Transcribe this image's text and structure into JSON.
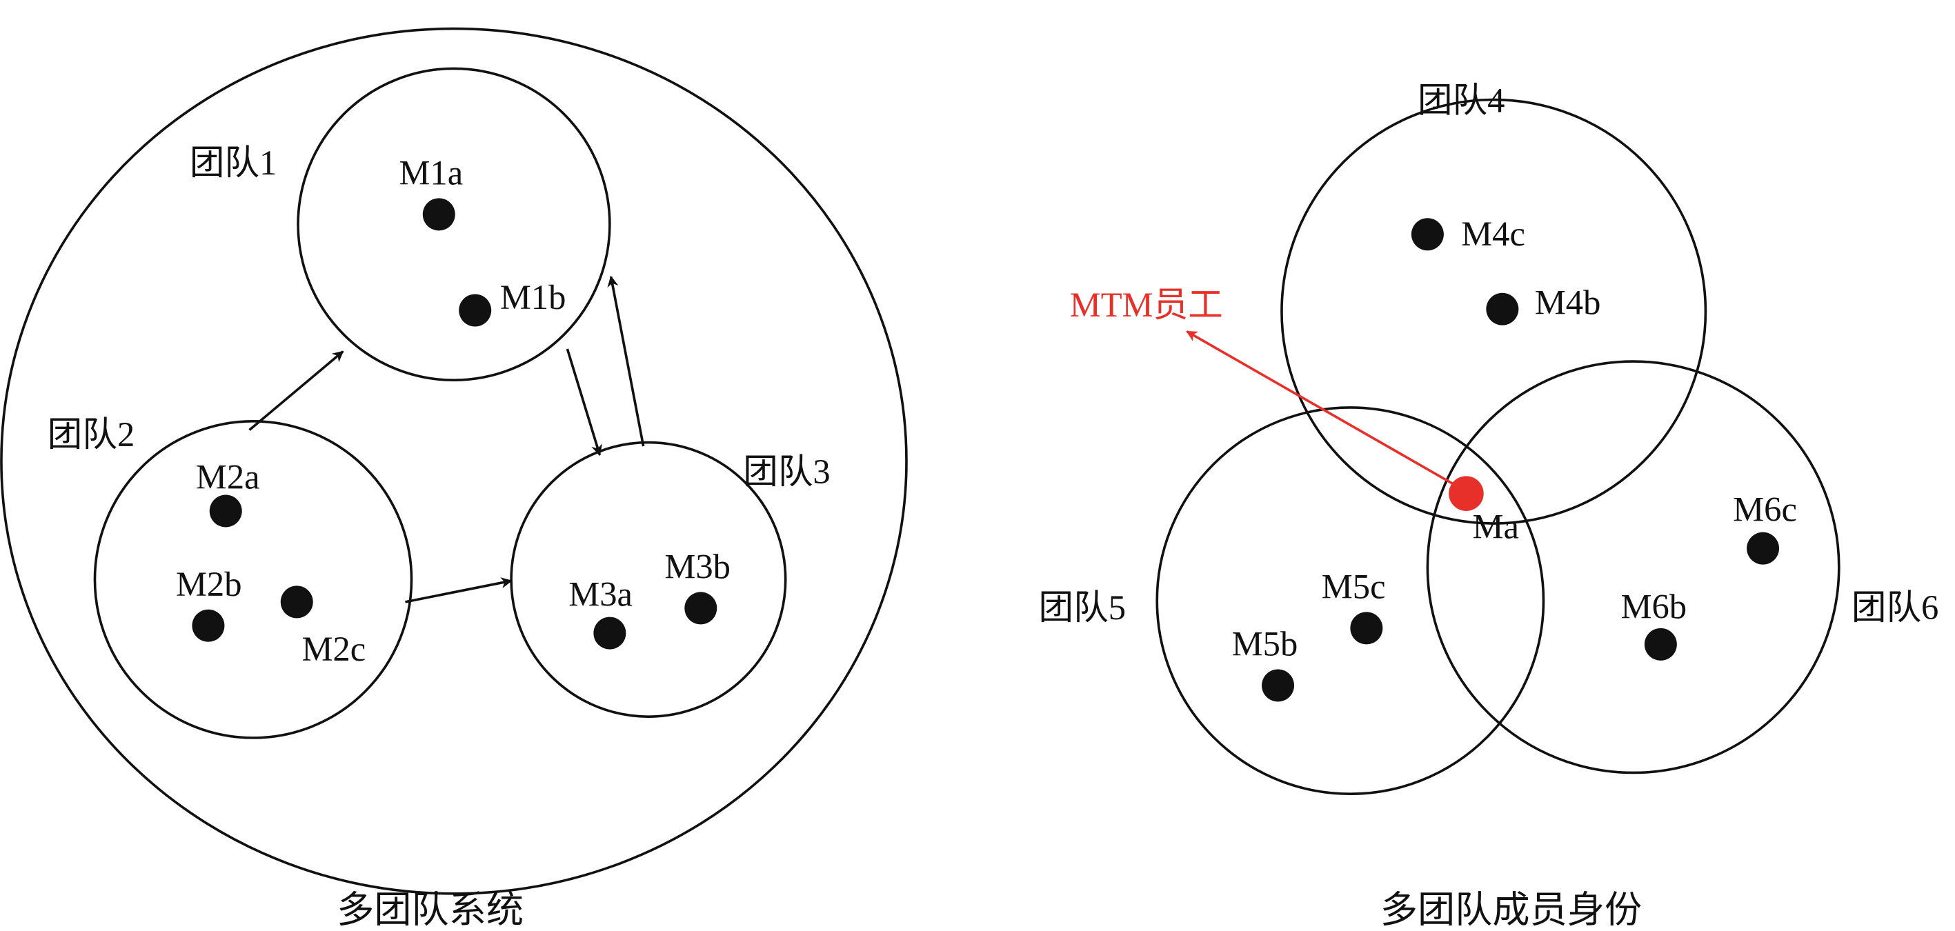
{
  "colors": {
    "line": "#111111",
    "accent": "#e8302a"
  },
  "left": {
    "caption": "多团队系统",
    "teams": [
      {
        "label": "团队1"
      },
      {
        "label": "团队2"
      },
      {
        "label": "团队3"
      }
    ],
    "members": [
      "M1a",
      "M1b",
      "M2a",
      "M2b",
      "M2c",
      "M3a",
      "M3b"
    ]
  },
  "right": {
    "caption": "多团队成员身份",
    "teams": [
      {
        "label": "团队4"
      },
      {
        "label": "团队5"
      },
      {
        "label": "团队6"
      }
    ],
    "members": [
      "M4c",
      "M4b",
      "M5c",
      "M5b",
      "M6c",
      "M6b"
    ],
    "mtm_label": "MTM员工",
    "mtm_member": "Ma"
  }
}
